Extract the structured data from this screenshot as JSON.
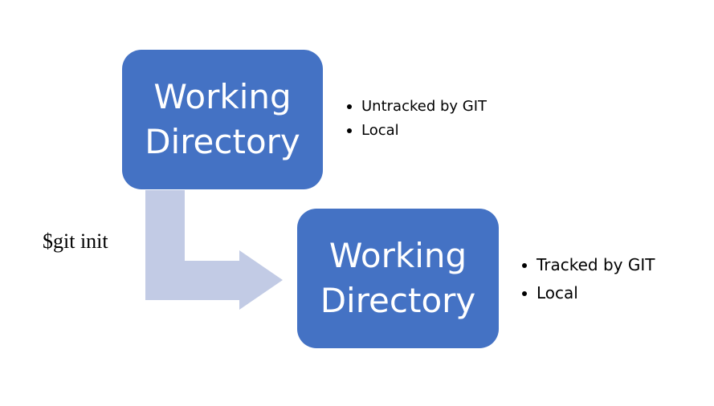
{
  "nodes": [
    {
      "line1": "Working",
      "line2": "Directory",
      "notes": [
        "Untracked by GIT",
        "Local"
      ]
    },
    {
      "line1": "Working",
      "line2": "Directory",
      "notes": [
        "Tracked by GIT",
        "Local"
      ]
    }
  ],
  "transition": {
    "command": "$git init"
  },
  "colors": {
    "box": "#4472c4",
    "box_text": "#ffffff",
    "arrow": "#c2cbe5",
    "text": "#000000"
  }
}
